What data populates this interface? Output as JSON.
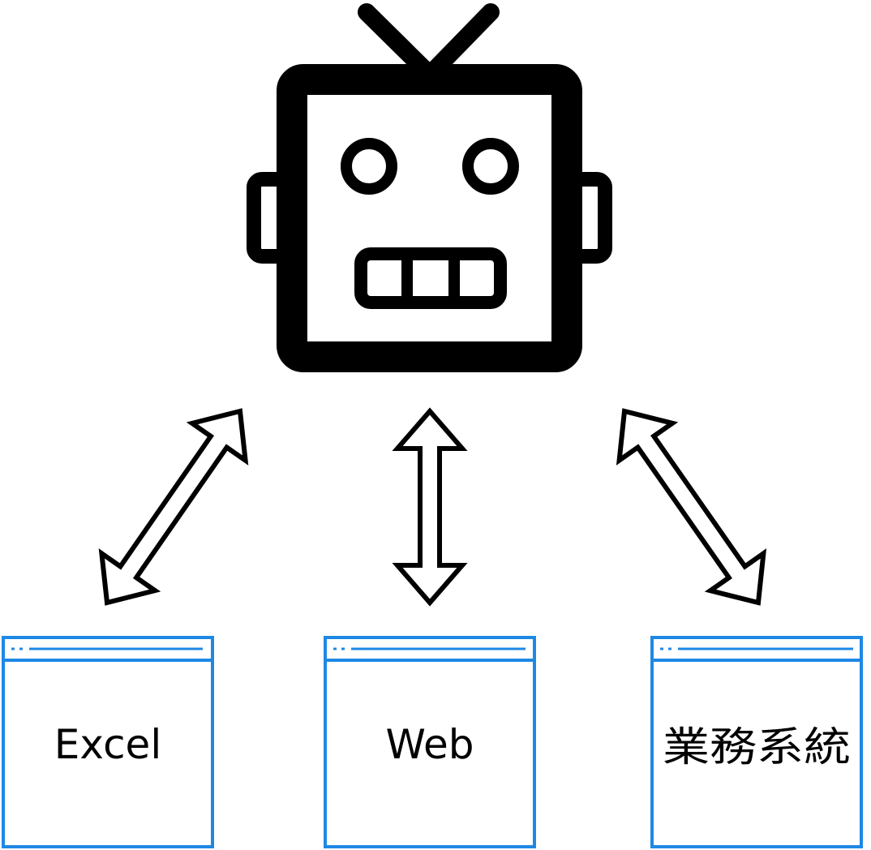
{
  "colors": {
    "robot": "#000000",
    "arrow_stroke": "#000000",
    "arrow_fill": "#ffffff",
    "window_border": "#1e88e5",
    "label_text": "#000000"
  },
  "robot": {
    "icon": "robot-icon"
  },
  "windows": [
    {
      "id": "excel",
      "label": "Excel"
    },
    {
      "id": "web",
      "label": "Web"
    },
    {
      "id": "system",
      "label": "業務系統"
    }
  ],
  "connections": [
    {
      "from": "robot",
      "to": "excel",
      "direction": "bidirectional"
    },
    {
      "from": "robot",
      "to": "web",
      "direction": "bidirectional"
    },
    {
      "from": "robot",
      "to": "system",
      "direction": "bidirectional"
    }
  ]
}
